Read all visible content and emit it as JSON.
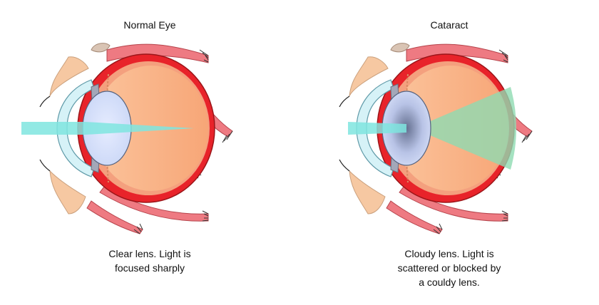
{
  "diagrams": [
    {
      "title": "Normal Eye",
      "caption_lines": [
        "Clear lens. Light is",
        "focused sharply"
      ],
      "condition": "normal",
      "lens_color": "#d8e2fb"
    },
    {
      "title": "Cataract",
      "caption_lines": [
        "Cloudy lens. Light is",
        "scattered or blocked by",
        "a couldy lens."
      ],
      "condition": "cataract",
      "lens_color": "#c6d0ee"
    }
  ],
  "colors": {
    "sclera": "#e8232a",
    "vitreous": "#f9b48a",
    "cornea": "#d6f2f7",
    "light_beam": "#7fe5df",
    "scattered_light": "#8fdbb2",
    "muscle": "#ee7a82",
    "skin": "#f6c8a2"
  }
}
